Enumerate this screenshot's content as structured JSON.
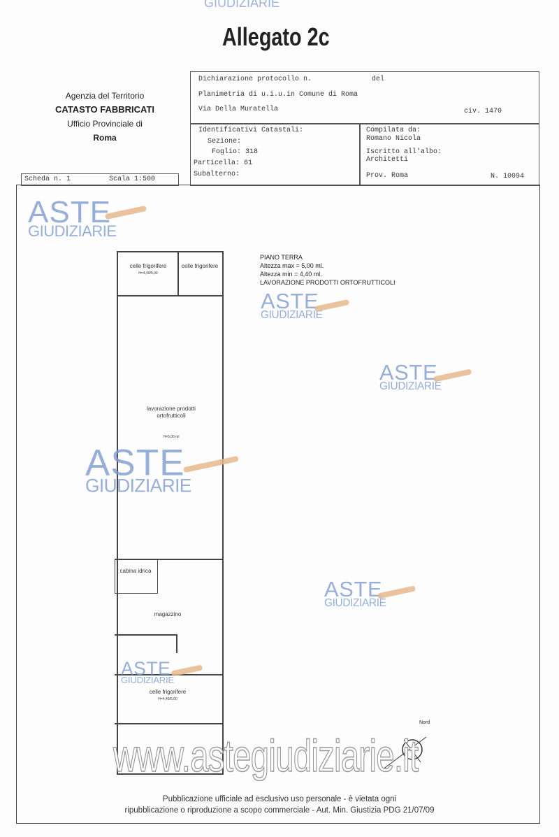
{
  "header": {
    "top_watermark": "GIUDIZIARIE",
    "title": "Allegato 2c"
  },
  "agency": {
    "line1": "Agenzia del Territorio",
    "line2": "CATASTO FABBRICATI",
    "line3": "Ufficio Provinciale di",
    "line4": "Roma"
  },
  "form": {
    "protocol": "Dichiarazione protocollo n.",
    "del": "del",
    "planimetria": "Planimetria di u.i.u.in Comune di Roma",
    "address": "Via Della Muratella",
    "civ": "civ. 1470",
    "ident_label": "Identificativi Catastali:",
    "sezione": "Sezione:",
    "foglio": "Foglio: 318",
    "particella": "Particella: 61",
    "subalterno": "Subalterno:",
    "compilata_label": "Compilata da:",
    "compilata_name": "Romano Nicola",
    "iscritto_label": "Iscritto all'albo:",
    "iscritto_value": "Architetti",
    "prov": "Prov. Roma",
    "numero": "N. 10094",
    "scheda": "Scheda n. 1",
    "scala": "Scala 1:500"
  },
  "plan": {
    "rooms": {
      "celle1": "celle frigorifere",
      "celle1_h": "H=4,40/5,00",
      "celle2": "celle frigorifere",
      "lavorazione": "lavorazione prodotti ortofrutticoli",
      "lavorazione_h": "H=5,00 ml",
      "cabina": "cabina idrica",
      "magazzino": "magazzino",
      "celle3": "celle frigorifere",
      "celle3_h": "H=4,40/5,00"
    },
    "notes": {
      "floor": "PIANO TERRA",
      "hmax": "Altezza max = 5,00 ml.",
      "hmin": "Altezza min  = 4,40 ml.",
      "use": "LAVORAZIONE PRODOTTI ORTOFRUTTICOLI"
    },
    "compass_label": "Nord"
  },
  "watermark": {
    "aste": "ASTE",
    "giudiziarie": "GIUDIZIARIE",
    "url": "www.astegiudiziarie.it"
  },
  "footer": {
    "line1": "Pubblicazione ufficiale ad esclusivo uso personale - è vietata ogni",
    "line2": "ripubblicazione o riproduzione a scopo commerciale - Aut. Min. Giustizia PDG 21/07/09"
  }
}
